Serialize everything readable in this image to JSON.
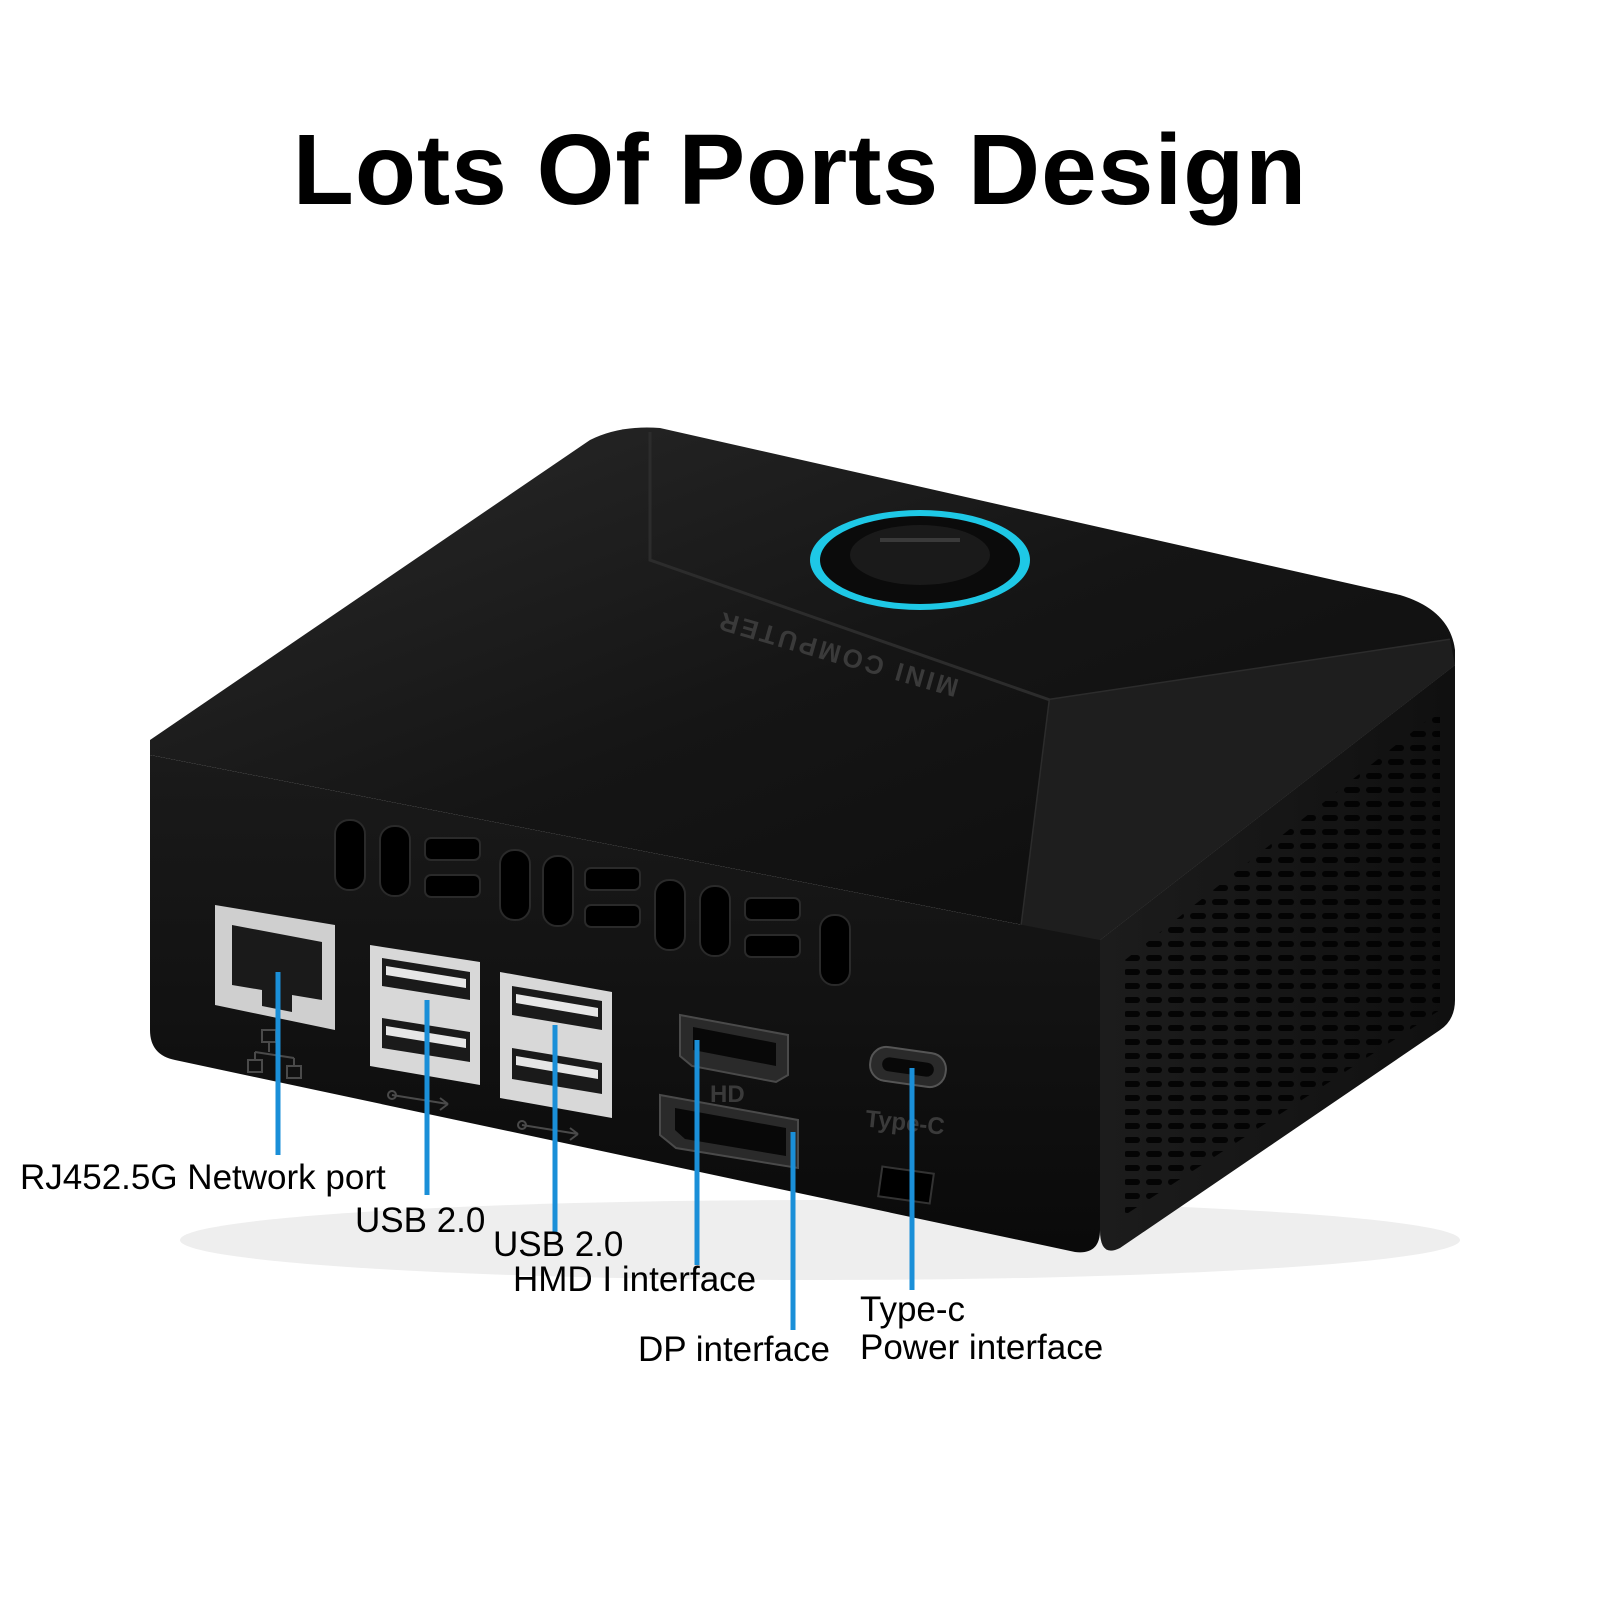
{
  "headline": "Lots Of Ports Design",
  "product": {
    "top_print": "MINI COMPUTER",
    "port_markings": {
      "hdmi": "HD",
      "type_c": "Type-C"
    },
    "body_color": "#141414",
    "ring_color": "#1ec8e6"
  },
  "callouts": {
    "network": "RJ452.5G Network port",
    "usb_a": "USB 2.0",
    "usb_b": "USB 2.0",
    "hdmi": "HMD I interface",
    "dp": "DP interface",
    "typec_line1": "Type-c",
    "typec_line2": "Power interface"
  },
  "leader_color": "#1a8fd8",
  "icons": [
    "network-icon",
    "usb-icon"
  ]
}
